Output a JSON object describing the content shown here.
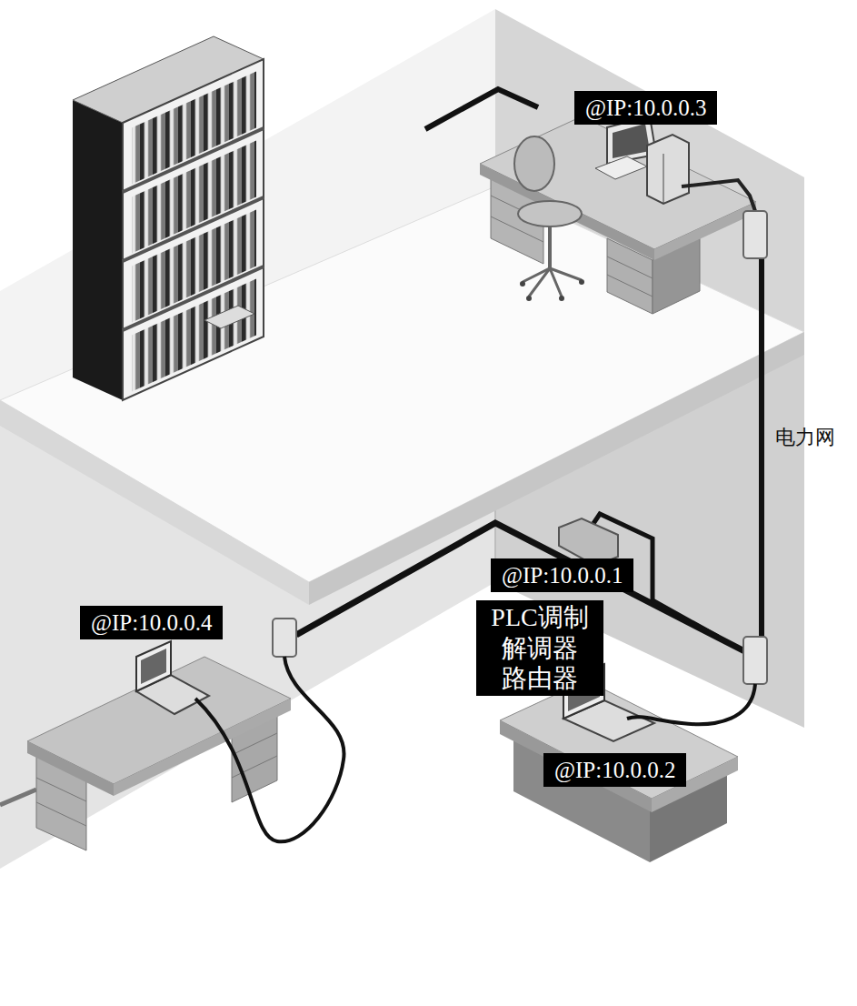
{
  "diagram": {
    "nodes": [
      {
        "text": [
          "@IP:10.0.0.3"
        ]
      },
      {
        "text": [
          "@IP:10.0.0.1"
        ]
      },
      {
        "text": [
          "PLC调制 解调器 路由器"
        ]
      },
      {
        "text": [
          "@IP:10.0.0.4"
        ]
      },
      {
        "text": [
          "@IP:10.0.0.2"
        ]
      }
    ],
    "labels": [
      "电力网"
    ]
  }
}
